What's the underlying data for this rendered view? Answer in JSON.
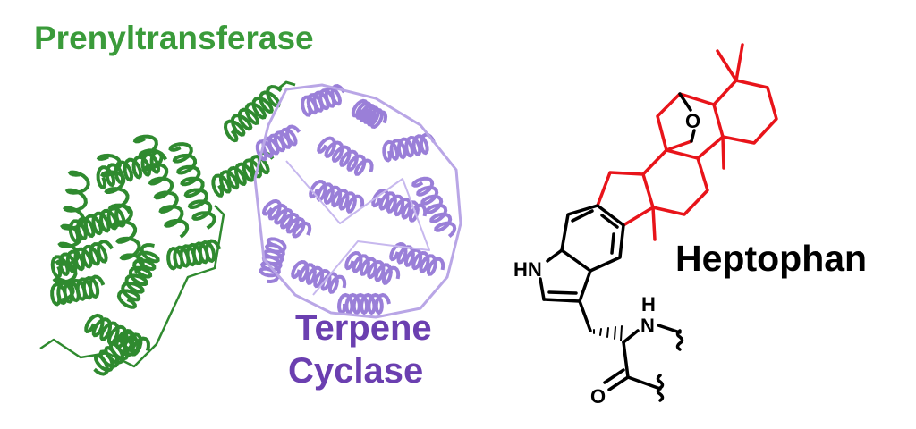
{
  "labels": {
    "prenyltransferase": "Prenyltransferase",
    "terpene_line1": "Terpene",
    "terpene_line2": "Cyclase",
    "compound": "Heptophan"
  },
  "atoms": {
    "hn": "HN",
    "n": "N",
    "h": "H",
    "o_carbonyl": "O",
    "o_ether": "O"
  },
  "colors": {
    "prenyl": "#2f8a2f",
    "terpene": "#9a7fd8",
    "terpenoid_bonds": "#e8141a",
    "bonds": "#000000"
  }
}
